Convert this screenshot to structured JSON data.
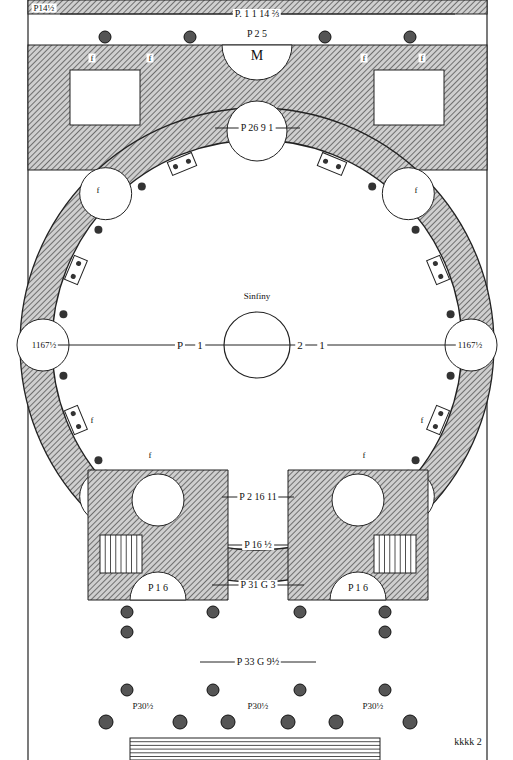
{
  "diagram": {
    "labels": [
      "P14½",
      "P. 1 1 14 ⅔",
      "P 2 5",
      "M",
      "P 26 9 1",
      "Sinfiny",
      "1167½",
      "P",
      "1",
      "2",
      "1",
      "1167½",
      "P 2 16 11",
      "P 16 ½",
      "P 1 6",
      "P 31 G 3",
      "P 1 6",
      "P 33 G 9½",
      "P30½",
      "P30½",
      "P30½",
      "kkkk 2",
      "f",
      "f",
      "f",
      "f",
      "f",
      "f",
      "f",
      "f",
      "f",
      "f"
    ]
  }
}
